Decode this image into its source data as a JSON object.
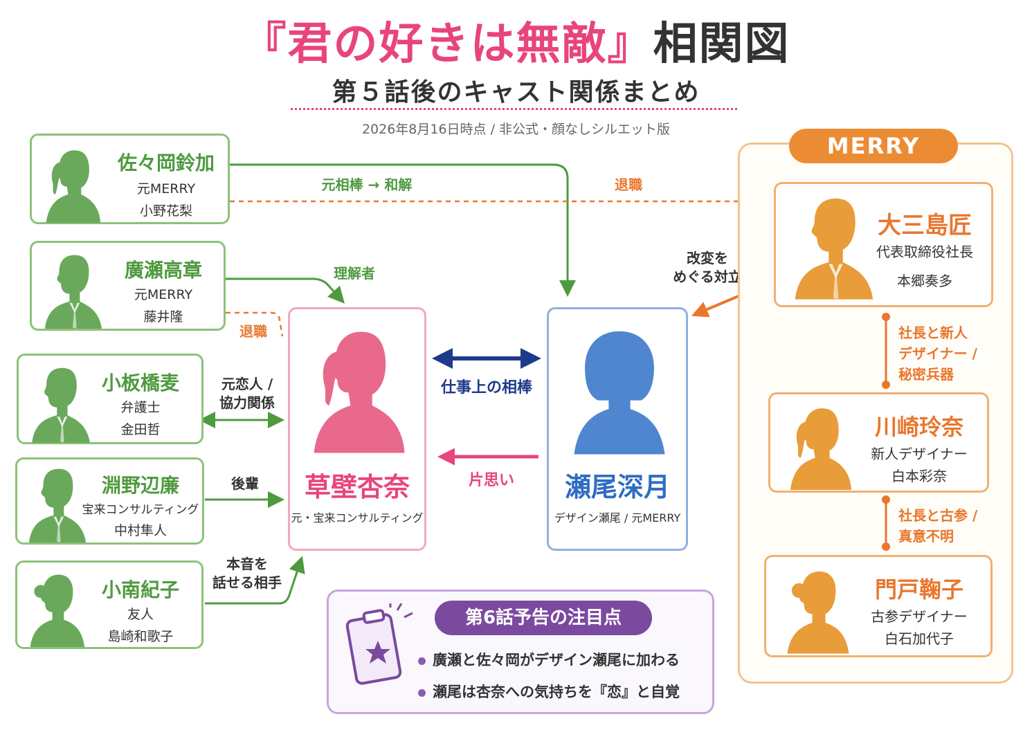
{
  "title": {
    "part1": "『君の好きは無敵』",
    "part2": "相関図"
  },
  "subtitle": "第５話後のキャスト関係まとめ",
  "date_note": "2026年8月16日時点 / 非公式・顔なしシルエット版",
  "left_cast": [
    {
      "name": "佐々岡鈴加",
      "role": "元MERRY",
      "actor": "小野花梨"
    },
    {
      "name": "廣瀬高章",
      "role": "元MERRY",
      "actor": "藤井隆"
    },
    {
      "name": "小板橋麦",
      "role": "弁護士",
      "actor": "金田哲"
    },
    {
      "name": "淵野辺廉",
      "role": "宝来コンサルティング",
      "actor": "中村隼人"
    },
    {
      "name": "小南紀子",
      "role": "友人",
      "actor": "島崎和歌子"
    }
  ],
  "main": {
    "anna": {
      "name": "草壁杏奈",
      "role": "元・宝来コンサルティング"
    },
    "mizuki": {
      "name": "瀬尾深月",
      "role": "デザイン瀬尾 / 元MERRY"
    }
  },
  "merry": {
    "badge": "MERRY",
    "members": [
      {
        "name": "大三島匠",
        "role": "代表取締役社長",
        "actor": "本郷奏多"
      },
      {
        "name": "川崎玲奈",
        "role": "新人デザイナー",
        "actor": "白本彩奈"
      },
      {
        "name": "門戸鞠子",
        "role": "古参デザイナー",
        "actor": "白石加代子"
      }
    ],
    "link1": [
      "社長と新人",
      "デザイナー /",
      "秘密兵器"
    ],
    "link2": [
      "社長と古参 /",
      "真意不明"
    ]
  },
  "relations": {
    "sasaoka_mizuki": "元相棒 → 和解",
    "sasaoka_merry": "退職",
    "hirose_anna": "理解者",
    "hirose_retire": "退職",
    "koitabashi": [
      "元恋人 /",
      "協力関係"
    ],
    "fuchinobe": "後輩",
    "kominami": [
      "本音を",
      "話せる相手"
    ],
    "partner": "仕事上の相棒",
    "crush": "片思い",
    "conflict": [
      "改変を",
      "めぐる対立"
    ]
  },
  "preview": {
    "title": "第6話予告の注目点",
    "items": [
      "廣瀬と佐々岡がデザイン瀬尾に加わる",
      "瀬尾は杏奈への気持ちを『恋』と自覚"
    ]
  },
  "colors": {
    "green": "#4e9a3f",
    "green_sil": "#6aa85b",
    "orange": "#e8772d",
    "orange_sil": "#e89c3a",
    "pink": "#e8457a",
    "pink_sil": "#e8698c",
    "blue": "#2f6cc2",
    "blue_sil": "#4f86cf",
    "navy": "#1e3a8a",
    "purple": "#7b4a9e"
  }
}
